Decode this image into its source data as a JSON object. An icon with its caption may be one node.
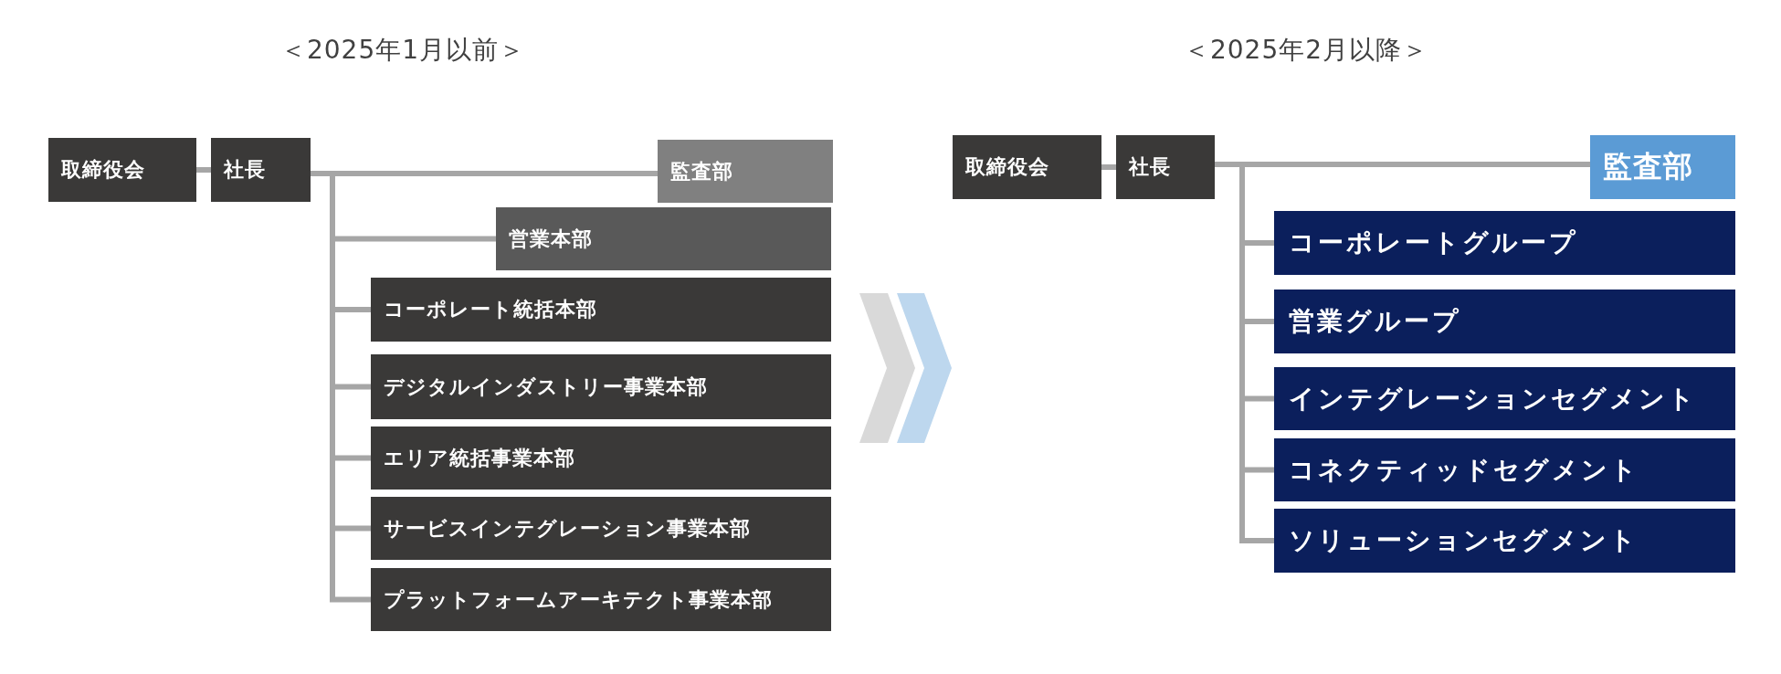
{
  "diagram": {
    "nodes": [
      {
        "text": [
          "取締役会"
        ]
      },
      {
        "text": [
          "社長"
        ]
      },
      {
        "text": [
          "監査部"
        ]
      },
      {
        "text": [
          "営業本部"
        ]
      },
      {
        "text": [
          "コーポレート統括本部"
        ]
      },
      {
        "text": [
          "デジタルインダストリー事業本部"
        ]
      },
      {
        "text": [
          "エリア統括事業本部"
        ]
      },
      {
        "text": [
          "サービスインテグレーション事業本部"
        ]
      },
      {
        "text": [
          "プラットフォームアーキテクト事業本部"
        ]
      },
      {
        "text": [
          "取締役会"
        ]
      },
      {
        "text": [
          "社長"
        ]
      },
      {
        "text": [
          "監査部"
        ]
      },
      {
        "text": [
          "コーポレートグループ"
        ]
      },
      {
        "text": [
          "営業グループ"
        ]
      },
      {
        "text": [
          "インテグレーションセグメント"
        ]
      },
      {
        "text": [
          "コネクティッドセグメント"
        ]
      },
      {
        "text": [
          "ソリューションセグメント"
        ]
      }
    ],
    "edges": [
      {
        "from": 0,
        "to": 1,
        "arrow": "none"
      },
      {
        "from": 1,
        "to": 2,
        "arrow": "none"
      },
      {
        "from": 1,
        "to": 3,
        "arrow": "none"
      },
      {
        "from": 1,
        "to": 4,
        "arrow": "none"
      },
      {
        "from": 1,
        "to": 5,
        "arrow": "none"
      },
      {
        "from": 1,
        "to": 6,
        "arrow": "none"
      },
      {
        "from": 1,
        "to": 7,
        "arrow": "none"
      },
      {
        "from": 1,
        "to": 8,
        "arrow": "none"
      },
      {
        "from": 9,
        "to": 10,
        "arrow": "none"
      },
      {
        "from": 10,
        "to": 11,
        "arrow": "none"
      },
      {
        "from": 10,
        "to": 12,
        "arrow": "none"
      },
      {
        "from": 10,
        "to": 13,
        "arrow": "none"
      },
      {
        "from": 10,
        "to": 14,
        "arrow": "none"
      },
      {
        "from": 10,
        "to": 15,
        "arrow": "none"
      },
      {
        "from": 10,
        "to": 16,
        "arrow": "none"
      }
    ],
    "labels": [
      "＜2025年1月以前＞",
      "＜2025年2月以降＞"
    ]
  }
}
